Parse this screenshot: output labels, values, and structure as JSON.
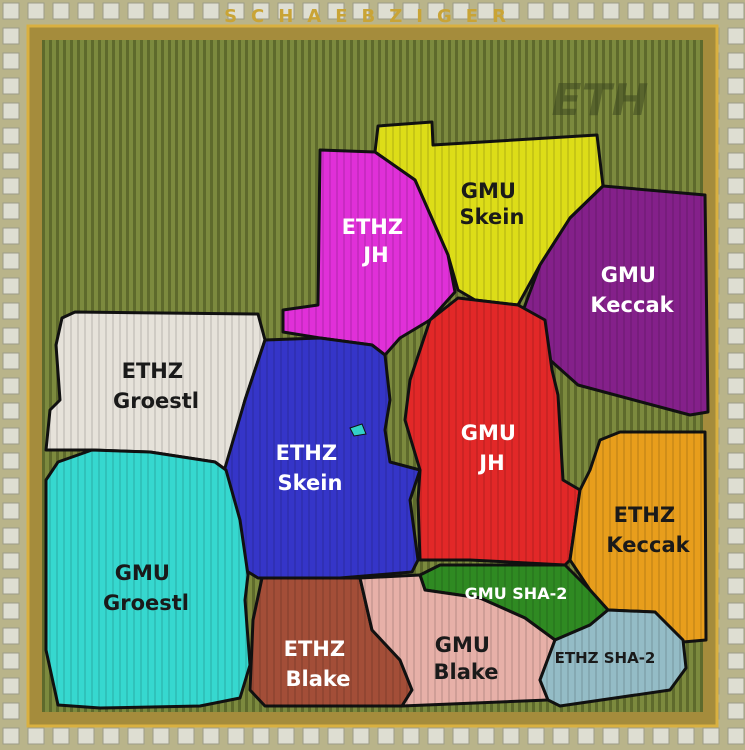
{
  "chip": {
    "border_text": "SCHAEBZIGER",
    "logo_text": "ETH"
  },
  "regions": [
    {
      "id": "gmu-skein",
      "lines": [
        "GMU",
        "Skein"
      ],
      "color": "#dddd18",
      "text": "dark"
    },
    {
      "id": "ethz-jh",
      "lines": [
        "ETHZ",
        "JH"
      ],
      "color": "#e030d8",
      "text": "light"
    },
    {
      "id": "gmu-keccak",
      "lines": [
        "GMU",
        "Keccak"
      ],
      "color": "#84208a",
      "text": "light"
    },
    {
      "id": "ethz-groestl",
      "lines": [
        "ETHZ",
        "Groestl"
      ],
      "color": "#e6e2da",
      "text": "dark"
    },
    {
      "id": "ethz-skein",
      "lines": [
        "ETHZ",
        "Skein"
      ],
      "color": "#3535c8",
      "text": "light"
    },
    {
      "id": "gmu-jh",
      "lines": [
        "GMU",
        "JH"
      ],
      "color": "#e22828",
      "text": "light"
    },
    {
      "id": "ethz-keccak",
      "lines": [
        "ETHZ",
        "Keccak"
      ],
      "color": "#e89e1c",
      "text": "dark"
    },
    {
      "id": "gmu-groestl",
      "lines": [
        "GMU",
        "Groestl"
      ],
      "color": "#36d8cf",
      "text": "dark"
    },
    {
      "id": "gmu-sha2",
      "lines": [
        "GMU SHA-2"
      ],
      "color": "#2f8a22",
      "text": "light"
    },
    {
      "id": "ethz-blake",
      "lines": [
        "ETHZ",
        "Blake"
      ],
      "color": "#a34e38",
      "text": "light"
    },
    {
      "id": "gmu-blake",
      "lines": [
        "GMU",
        "Blake"
      ],
      "color": "#e7b0a8",
      "text": "dark"
    },
    {
      "id": "ethz-sha2",
      "lines": [
        "ETHZ SHA-2"
      ],
      "color": "#94bcc6",
      "text": "dark"
    }
  ]
}
